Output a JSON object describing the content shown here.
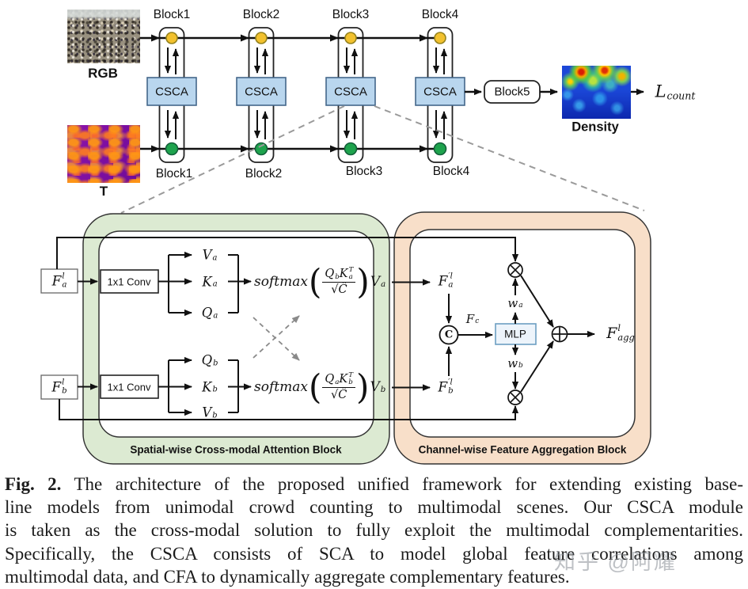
{
  "colors": {
    "csca_fill": "#b9d6ee",
    "csca_border": "#44678a",
    "sca_panel": "#dcead2",
    "cfa_panel": "#f8dfc9",
    "rgb_node": "#f2c12e",
    "t_node": "#1ea34d",
    "mlp_border": "#6d9fc2",
    "mlp_fill": "#edf4fb",
    "dashed_line": "#9a9a9a"
  },
  "pipeline": {
    "rgb_label": "RGB",
    "t_label": "T",
    "blocks_top": [
      "Block1",
      "Block2",
      "Block3",
      "Block4"
    ],
    "blocks_bottom": [
      "Block1",
      "Block2",
      "Block3",
      "Block4"
    ],
    "csca_label": "CSCA",
    "block5_label": "Block5",
    "density_label": "Density",
    "loss": {
      "base": "L",
      "sub": "count"
    }
  },
  "sca": {
    "title": "Spatial-wise Cross-modal Attention Block",
    "fa": {
      "base": "F",
      "sup": "l",
      "sub": "a"
    },
    "fb": {
      "base": "F",
      "sup": "l",
      "sub": "b"
    },
    "conv_label": "1x1 Conv",
    "va": {
      "base": "V",
      "sub": "a"
    },
    "ka": {
      "base": "K",
      "sub": "a"
    },
    "qa": {
      "base": "Q",
      "sub": "a"
    },
    "qb": {
      "base": "Q",
      "sub": "b"
    },
    "kb": {
      "base": "K",
      "sub": "b"
    },
    "vb": {
      "base": "V",
      "sub": "b"
    },
    "softmax_a": {
      "func": "softmax",
      "num1": {
        "base": "Q",
        "sub": "b"
      },
      "num2": {
        "base": "K",
        "sub": "a",
        "sup": "T"
      },
      "den": "√Ĉ",
      "out": {
        "base": "V",
        "sub": "a"
      }
    },
    "softmax_b": {
      "func": "softmax",
      "num1": {
        "base": "Q",
        "sub": "a"
      },
      "num2": {
        "base": "K",
        "sub": "b",
        "sup": "T"
      },
      "den": "√Ĉ",
      "out": {
        "base": "V",
        "sub": "b"
      }
    }
  },
  "cfa": {
    "title": "Channel-wise Feature Aggregation Block",
    "fa_prime": {
      "base": "F",
      "sup": "′l",
      "sub": "a"
    },
    "fb_prime": {
      "base": "F",
      "sup": "′l",
      "sub": "b"
    },
    "concat_label": "C",
    "fc": {
      "base": "F",
      "sub": "c"
    },
    "mlp_label": "MLP",
    "wa": {
      "base": "w",
      "sub": "a"
    },
    "wb": {
      "base": "w",
      "sub": "b"
    },
    "fagg": {
      "base": "F",
      "sup": "l",
      "sub": "agg"
    }
  },
  "caption": {
    "fig_label": "Fig. 2.",
    "lines": [
      "The architecture of the proposed unified framework for extending existing base-",
      "line models from unimodal crowd counting to multimodal scenes. Our CSCA module",
      "is taken as the cross-modal solution to fully exploit the multimodal complementarities.",
      "Specifically, the CSCA consists of SCA to model global feature correlations among",
      "multimodal data, and CFA to dynamically aggregate complementary features."
    ]
  },
  "watermark": "知乎 @阿耀"
}
